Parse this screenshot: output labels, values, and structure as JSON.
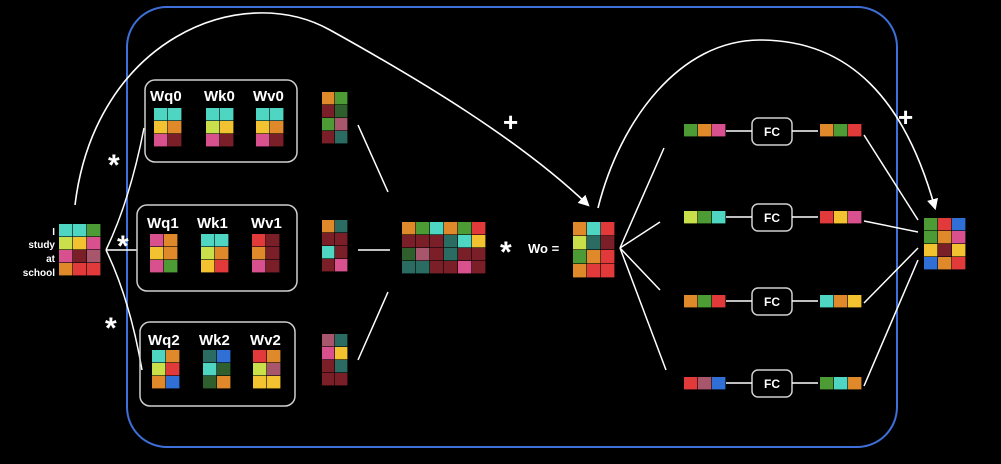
{
  "colors": {
    "background": "#000000",
    "encoder_border": "#3f6fd8",
    "teal": "#4fd6c3",
    "yellow": "#f2c230",
    "pink": "#d9508e",
    "orange": "#e0892b",
    "red": "#e23a3a",
    "green": "#4c9b34",
    "lime": "#c9e04a",
    "darkred": "#7a1f28",
    "darkgreen": "#2e5f2c",
    "blue": "#2f6fd6",
    "darkteal": "#2a6b62",
    "mauve": "#a8566b"
  },
  "input_words": [
    "I",
    "study",
    "at",
    "school"
  ],
  "heads": [
    {
      "labels": [
        "Wq0",
        "Wk0",
        "Wv0"
      ]
    },
    {
      "labels": [
        "Wq1",
        "Wk1",
        "Wv1"
      ]
    },
    {
      "labels": [
        "Wq2",
        "Wk2",
        "Wv2"
      ]
    }
  ],
  "operators": {
    "multiply": "*",
    "add": "+",
    "wo_label": "Wo =",
    "fc_label": "FC"
  }
}
